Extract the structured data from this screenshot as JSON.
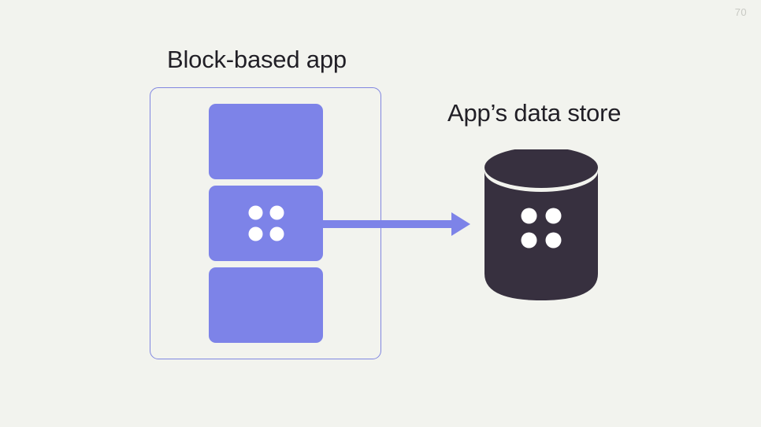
{
  "slide": {
    "page_number": "70",
    "background_color": "#f2f3ee",
    "text_color": "#211f26"
  },
  "app_panel": {
    "title": "Block-based app",
    "border_color": "#8086e0",
    "block_color": "#7d83e8",
    "blocks": [
      {
        "name": "block-top",
        "has_dots": false
      },
      {
        "name": "block-middle",
        "has_dots": true
      },
      {
        "name": "block-bottom",
        "has_dots": false
      }
    ]
  },
  "arrow": {
    "direction": "right",
    "color": "#7d83e8",
    "from": "block-middle",
    "to": "data-store"
  },
  "data_store": {
    "title": "App’s data store",
    "fill_color": "#37303f",
    "dot_color": "#ffffff",
    "dot_count": 4
  }
}
